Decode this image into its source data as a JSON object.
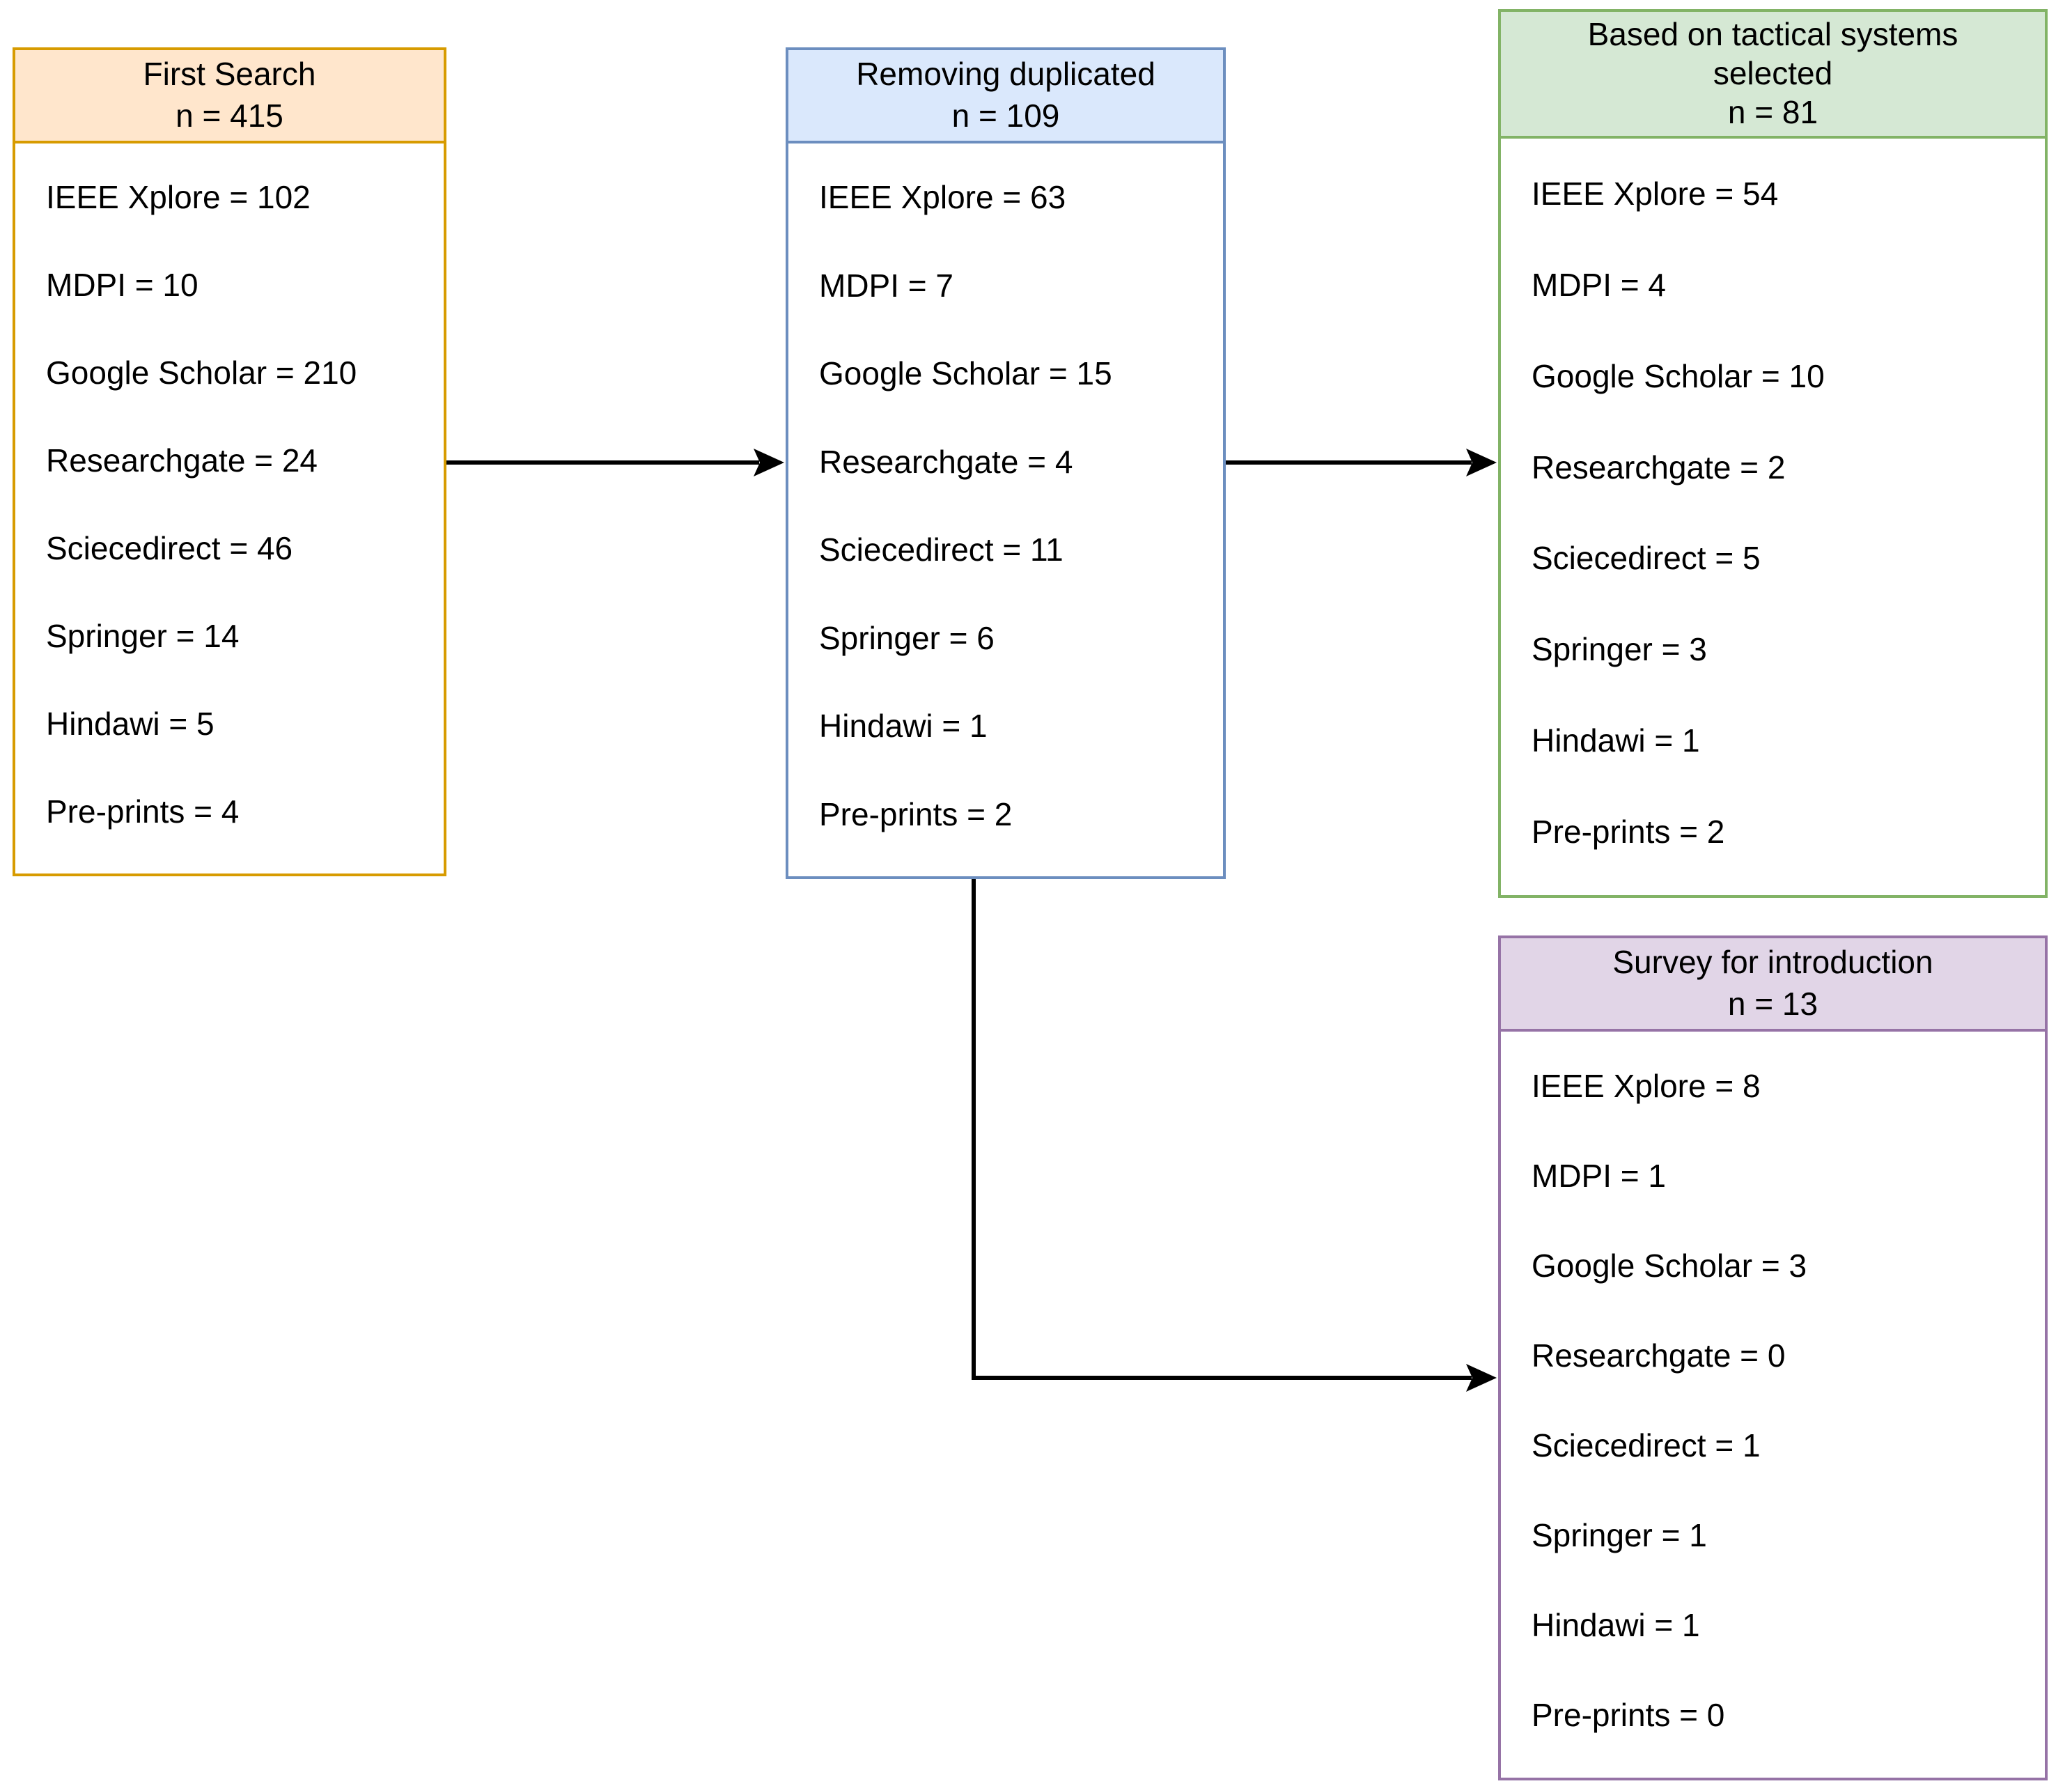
{
  "diagram": {
    "description": "Literature search selection flow diagram",
    "background_color": "#ffffff",
    "arrow_color": "#000000",
    "boxes": [
      {
        "id": "first-search",
        "title_lines": [
          "First Search"
        ],
        "count_label": "n = 415",
        "fill": "#FFE6CC",
        "stroke": "#D79B00",
        "items": [
          "IEEE Xplore = 102",
          "MDPI = 10",
          "Google Scholar = 210",
          "Researchgate = 24",
          "Sciecedirect = 46",
          "Springer = 14",
          "Hindawi = 5",
          "Pre-prints = 4"
        ]
      },
      {
        "id": "removing-duplicated",
        "title_lines": [
          "Removing duplicated"
        ],
        "count_label": "n = 109",
        "fill": "#DAE8FC",
        "stroke": "#6C8EBF",
        "items": [
          "IEEE Xplore = 63",
          "MDPI = 7",
          "Google Scholar = 15",
          "Researchgate = 4",
          "Sciecedirect = 11",
          "Springer = 6",
          "Hindawi = 1",
          "Pre-prints = 2"
        ]
      },
      {
        "id": "tactical-selected",
        "title_lines": [
          "Based on tactical systems",
          "selected"
        ],
        "count_label": "n = 81",
        "fill": "#D5E8D4",
        "stroke": "#82B366",
        "items": [
          "IEEE Xplore = 54",
          "MDPI = 4",
          "Google Scholar = 10",
          "Researchgate = 2",
          "Sciecedirect = 5",
          "Springer = 3",
          "Hindawi = 1",
          "Pre-prints = 2"
        ]
      },
      {
        "id": "survey-introduction",
        "title_lines": [
          "Survey for introduction"
        ],
        "count_label": "n = 13",
        "fill": "#E1D5E7",
        "stroke": "#9673A6",
        "items": [
          "IEEE Xplore = 8",
          "MDPI = 1",
          "Google Scholar = 3",
          "Researchgate = 0",
          "Sciecedirect = 1",
          "Springer = 1",
          "Hindawi = 1",
          "Pre-prints = 0"
        ]
      }
    ]
  }
}
